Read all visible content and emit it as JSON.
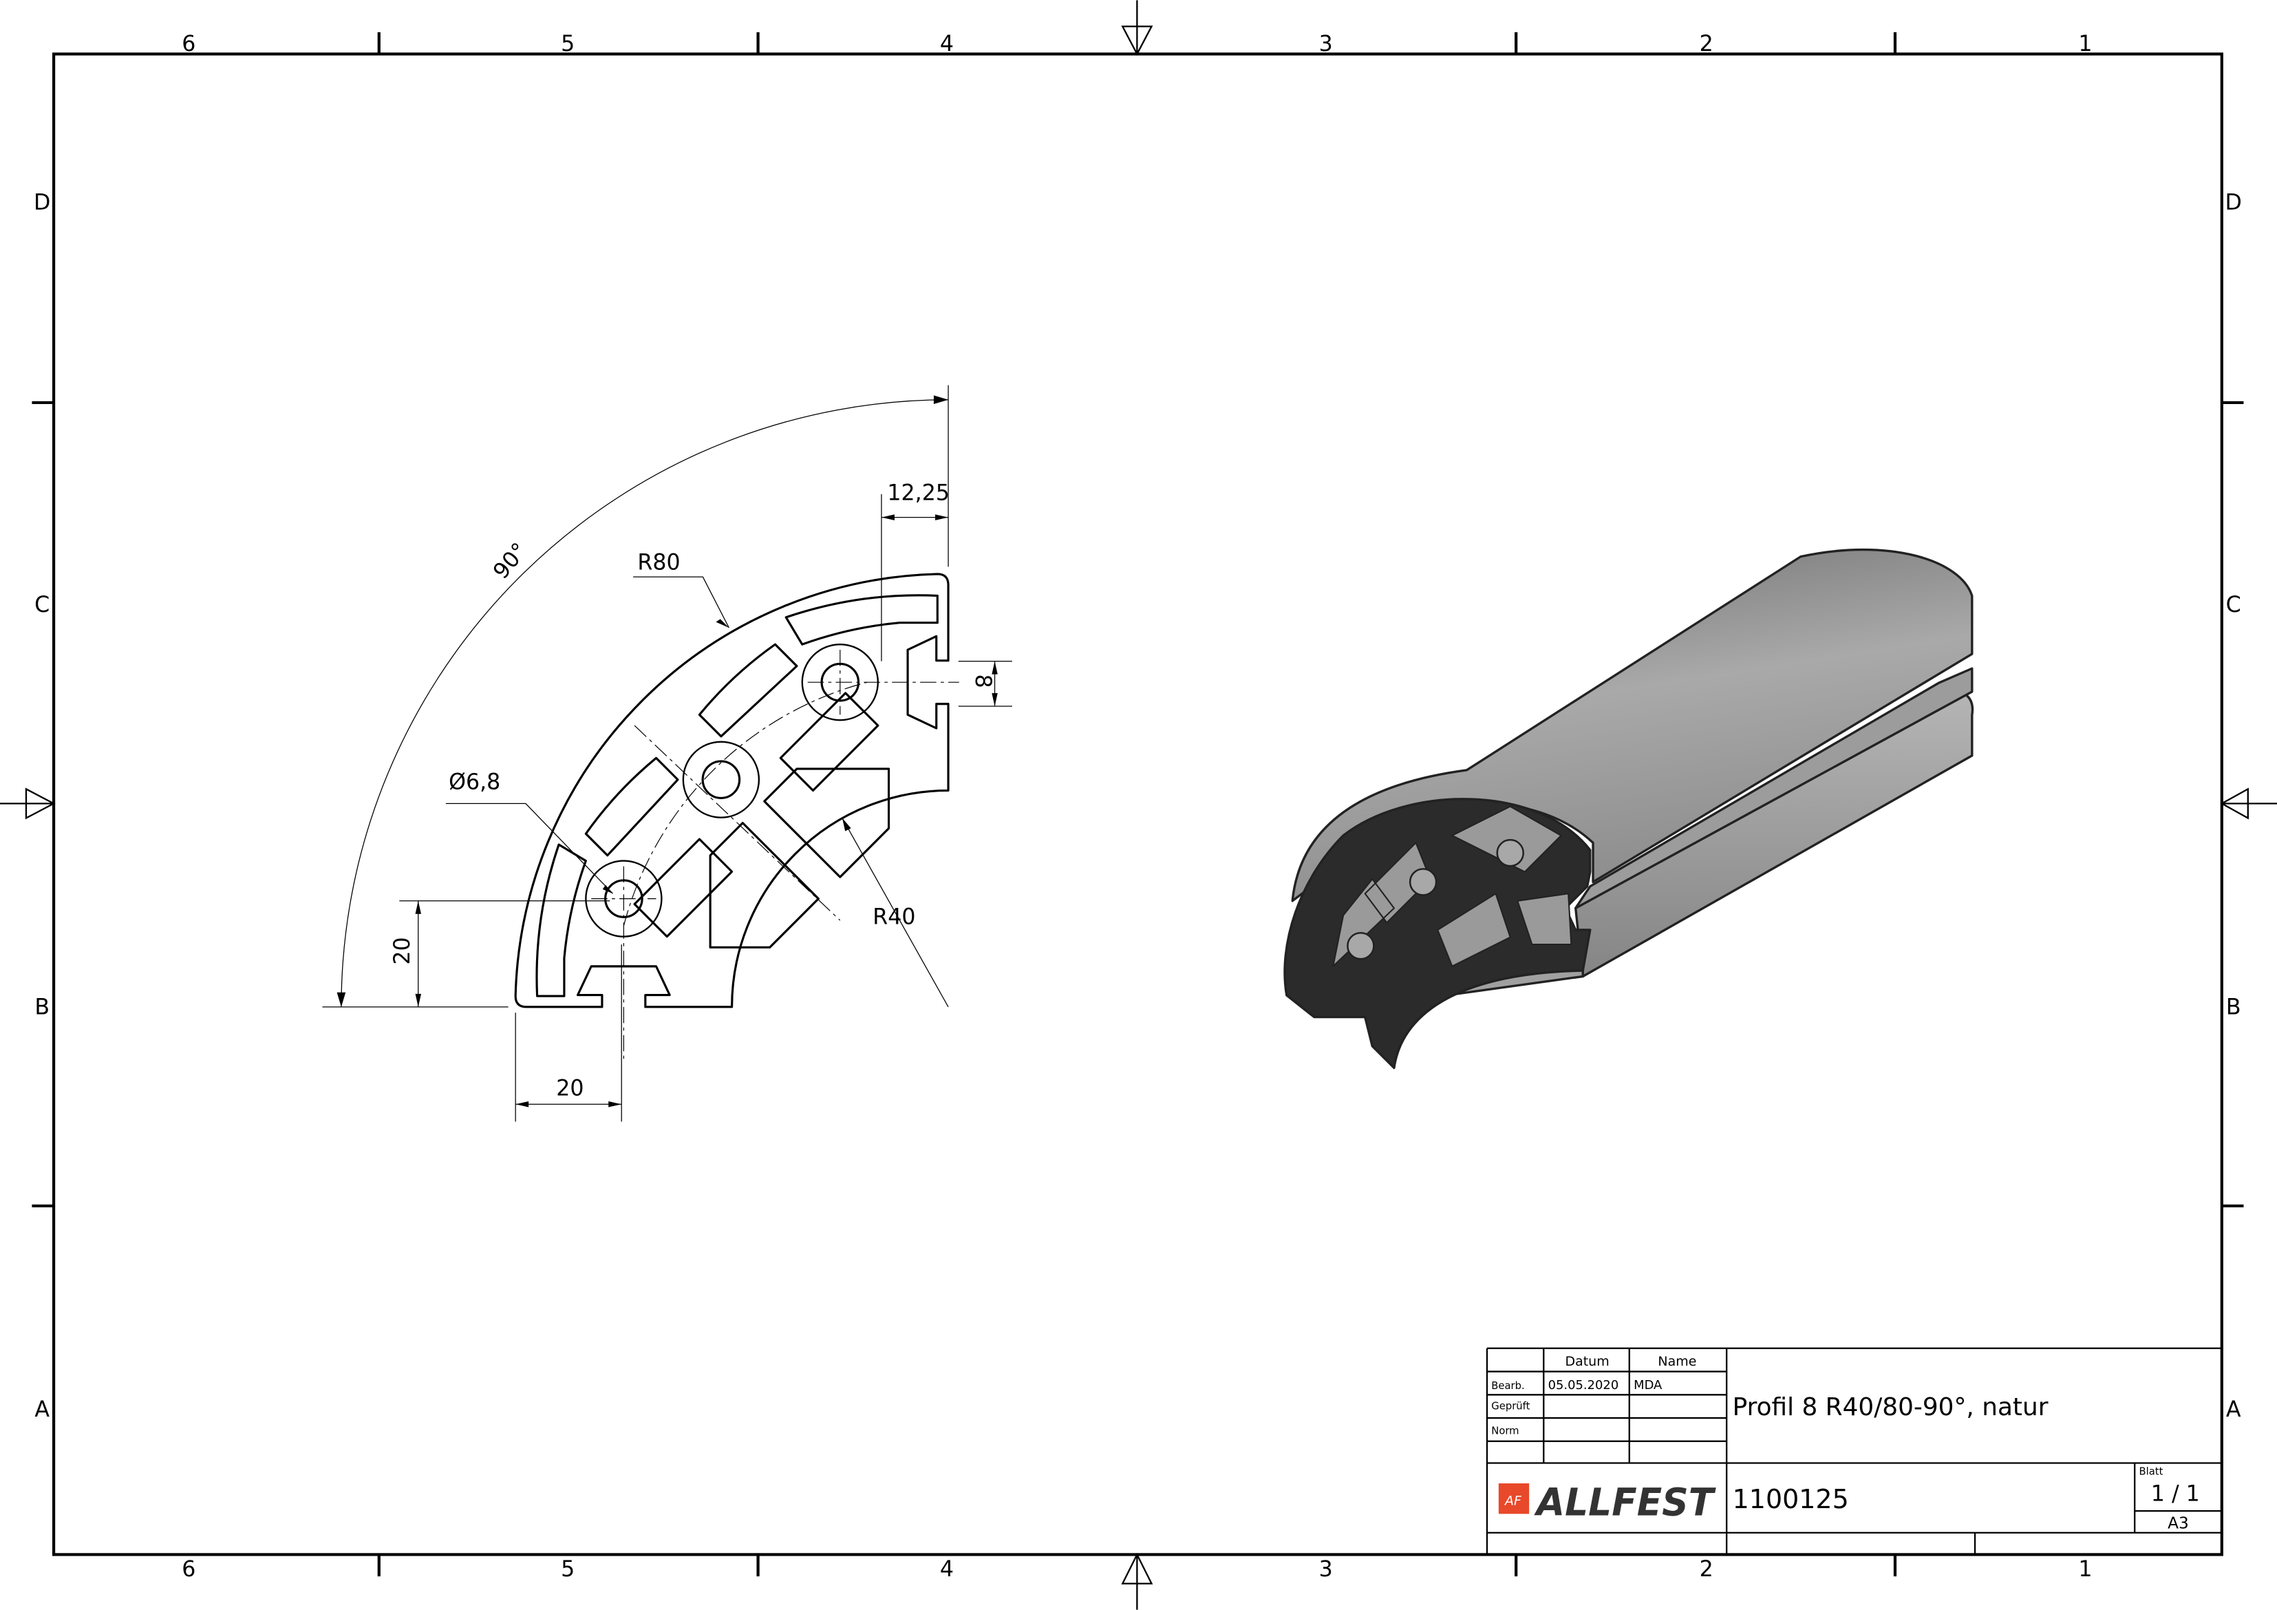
{
  "frame": {
    "column_labels": [
      "6",
      "5",
      "4",
      "3",
      "2",
      "1"
    ],
    "row_labels": [
      "D",
      "C",
      "B",
      "A"
    ]
  },
  "dimensions": {
    "angle": "90°",
    "outer_radius": "R80",
    "inner_radius": "R40",
    "hole_diameter": "Ø6,8",
    "slot_offset": "12,25",
    "slot_width": "8",
    "vertical_offset": "20",
    "horizontal_offset": "20"
  },
  "title_block": {
    "col_datum": "Datum",
    "col_name": "Name",
    "row_bearb": "Bearb.",
    "row_geprueft": "Geprüft",
    "row_norm": "Norm",
    "bearb_date": "05.05.2020",
    "bearb_name": "MDA",
    "title": "Profil 8 R40/80-90°, natur",
    "part_number": "1100125",
    "logo_text": "ALLFEST",
    "logo_mark": "AF",
    "sheet_label": "Blatt",
    "sheet_value": "1 / 1",
    "format": "A3"
  },
  "colors": {
    "logo_red": "#e8492a",
    "logo_dark": "#333333",
    "render_gray": "#8a8a8a"
  }
}
